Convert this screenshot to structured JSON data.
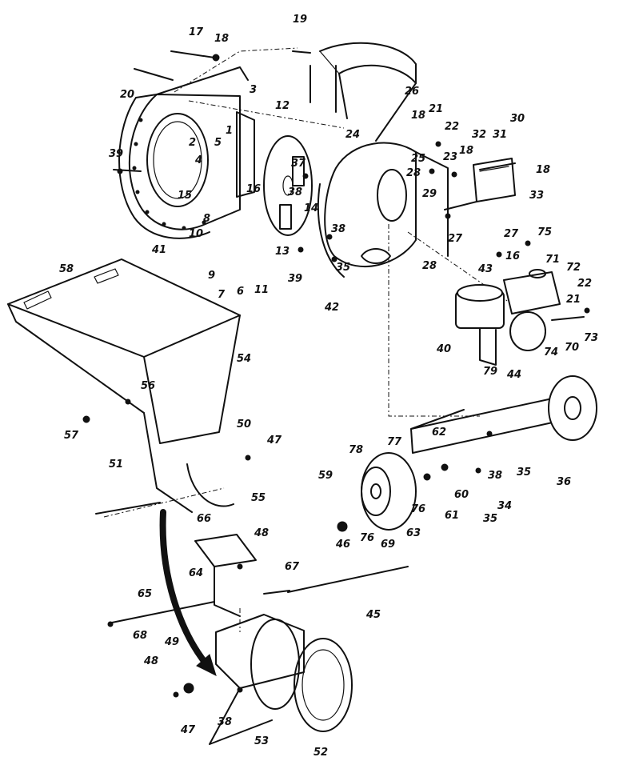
{
  "diagram": {
    "type": "exploded-parts-diagram",
    "line_color": "#111111",
    "background": "#ffffff",
    "part_numbers": [
      "1",
      "2",
      "3",
      "4",
      "5",
      "6",
      "7",
      "8",
      "9",
      "10",
      "11",
      "12",
      "13",
      "14",
      "15",
      "16",
      "17",
      "18",
      "19",
      "20",
      "21",
      "22",
      "23",
      "24",
      "25",
      "26",
      "27",
      "28",
      "29",
      "30",
      "31",
      "32",
      "33",
      "34",
      "35",
      "36",
      "37",
      "38",
      "39",
      "40",
      "41",
      "42",
      "43",
      "44",
      "45",
      "46",
      "47",
      "48",
      "49",
      "50",
      "51",
      "52",
      "53",
      "54",
      "55",
      "56",
      "57",
      "58",
      "59",
      "60",
      "61",
      "62",
      "63",
      "64",
      "65",
      "66",
      "67",
      "68",
      "69",
      "70",
      "71",
      "72",
      "73",
      "74",
      "75",
      "76",
      "77",
      "78",
      "79"
    ]
  },
  "callouts": {
    "c1": "1",
    "c2": "2",
    "c3": "3",
    "c4": "4",
    "c5": "5",
    "c6": "6",
    "c7": "7",
    "c8": "8",
    "c9": "9",
    "c10": "10",
    "c11": "11",
    "c12": "12",
    "c13": "13",
    "c14": "14",
    "c15": "15",
    "c16a": "16",
    "c16b": "16",
    "c17": "17",
    "c18a": "18",
    "c18b": "18",
    "c18c": "18",
    "c18d": "18",
    "c19": "19",
    "c20": "20",
    "c21a": "21",
    "c21b": "21",
    "c22a": "22",
    "c22b": "22",
    "c23": "23",
    "c24": "24",
    "c25": "25",
    "c26": "26",
    "c27a": "27",
    "c27b": "27",
    "c28a": "28",
    "c28b": "28",
    "c29": "29",
    "c30": "30",
    "c31": "31",
    "c32": "32",
    "c33": "33",
    "c34": "34",
    "c35a": "35",
    "c35b": "35",
    "c35c": "35",
    "c36": "36",
    "c37": "37",
    "c38a": "38",
    "c38b": "38",
    "c38c": "38",
    "c38d": "38",
    "c39a": "39",
    "c39b": "39",
    "c40": "40",
    "c41": "41",
    "c42": "42",
    "c43": "43",
    "c44": "44",
    "c45": "45",
    "c46": "46",
    "c47a": "47",
    "c47b": "47",
    "c48a": "48",
    "c48b": "48",
    "c49": "49",
    "c50": "50",
    "c51": "51",
    "c52": "52",
    "c53": "53",
    "c54": "54",
    "c55": "55",
    "c56": "56",
    "c57": "57",
    "c58": "58",
    "c59": "59",
    "c60": "60",
    "c61": "61",
    "c62": "62",
    "c63": "63",
    "c64": "64",
    "c65": "65",
    "c66": "66",
    "c67": "67",
    "c68": "68",
    "c69": "69",
    "c70": "70",
    "c71": "71",
    "c72": "72",
    "c73": "73",
    "c74": "74",
    "c75": "75",
    "c76a": "76",
    "c76b": "76",
    "c77": "77",
    "c78": "78",
    "c79": "79"
  }
}
